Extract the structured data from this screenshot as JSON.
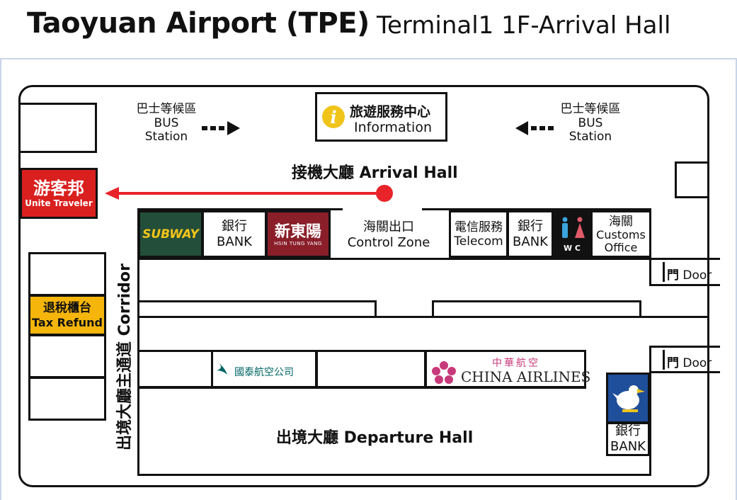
{
  "header": {
    "title": "Taoyuan Airport (TPE)",
    "subtitle": "Terminal1   1F-Arrival Hall"
  },
  "bus_left": {
    "zh": "巴士等候區",
    "en1": "BUS",
    "en2": "Station"
  },
  "bus_right": {
    "zh": "巴士等候區",
    "en1": "BUS",
    "en2": "Station"
  },
  "information": {
    "zh": "旅遊服務中心",
    "en": "Information"
  },
  "arrival_hall": "接機大廳 Arrival Hall",
  "unite_traveler": {
    "zh": "游客邦",
    "en": "Unite Traveler"
  },
  "tax_refund": {
    "zh": "退稅櫃台",
    "en": "Tax Refund"
  },
  "corridor": "出境大廳主通道 Corridor",
  "shops_top": {
    "subway": "SUBWAY",
    "bank1_zh": "銀行",
    "bank1_en": "BANK",
    "hsin_zh": "新東陽",
    "hsin_en": "HSIN TUNG YANG",
    "customs_zone_zh": "海關出口",
    "customs_zone_en": "Control Zone",
    "telecom_zh": "電信服務",
    "telecom_en": "Telecom",
    "bank2_zh": "銀行",
    "bank2_en": "BANK",
    "wc": "W C",
    "customs_office_zh": "海關",
    "customs_office_en1": "Customs",
    "customs_office_en2": "Office"
  },
  "doors": {
    "door1_zh": "門",
    "door1_en": "Door",
    "door2_zh": "門",
    "door2_en": "Door"
  },
  "airlines": {
    "cathay": "國泰航空公司",
    "china_zh": "中華航空",
    "china_en": "CHINA AIRLINES"
  },
  "bank3": {
    "zh": "銀行",
    "en": "BANK"
  },
  "departure_hall": "出境大廳 Departure Hall",
  "colors": {
    "red": "#e8232a",
    "unite_bg": "#d9201f",
    "tax_bg": "#f5b50b",
    "subway_bg": "#234e3a",
    "subway_yellow": "#f5c518",
    "hsin_bg": "#8a1f2a",
    "info_yellow": "#f0c419",
    "wc_blue": "#3ba3dd",
    "wc_pink": "#e05a6a",
    "cathay_green": "#006564",
    "china_pink": "#c8397a",
    "bank3_blue": "#1f4e9a"
  }
}
